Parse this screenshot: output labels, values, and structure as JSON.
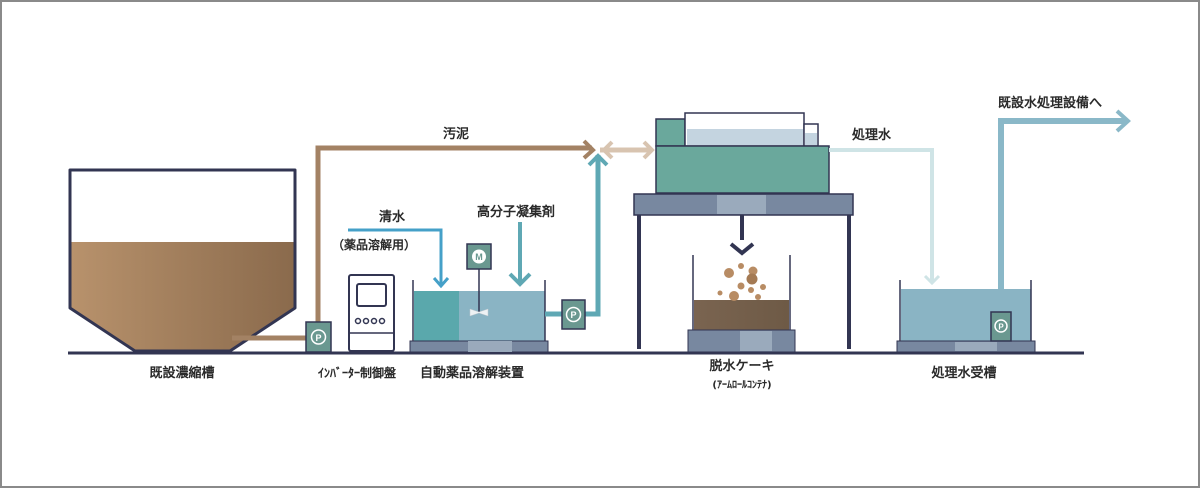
{
  "diagram": {
    "title": "",
    "colors": {
      "outline": "#323552",
      "sludge": "#a07c5c",
      "sludge_light": "#b4906c",
      "sludge_pipe": "#a38264",
      "sludge_pipe_light": "#d8c4b0",
      "chemical": "#5fa8b4",
      "clear_water": "#45a0c8",
      "tank_water": "#8ab4c4",
      "tank_water_dark": "#5fa8ac",
      "treated_pipe_light": "#cfe4e6",
      "treated_pipe": "#8ab8c8",
      "press_body": "#6aa89c",
      "base_gray": "#7888a0",
      "base_light": "#9aaabc",
      "pump": "#6a9890",
      "cake": "#7a6048",
      "ground": "#323552"
    },
    "labels": {
      "thickener": "既設濃縮槽",
      "inverter_panel": "ｲﾝﾊﾞｰﾀｰ制御盤",
      "auto_dissolver": "自動薬品溶解装置",
      "sludge": "汚泥",
      "clear_water": "清水",
      "clear_water_note": "（薬品溶解用）",
      "polymer": "高分子凝集剤",
      "treated_water": "処理水",
      "dewatered_cake": "脱水ケーキ",
      "cake_container": "(ｱｰﾑﾛｰﾙｺﾝﾃﾅ)",
      "treated_water_tank": "処理水受槽",
      "to_existing_facility": "既設水処理設備へ"
    },
    "pump_symbol": "P",
    "motor_symbol": "M"
  }
}
